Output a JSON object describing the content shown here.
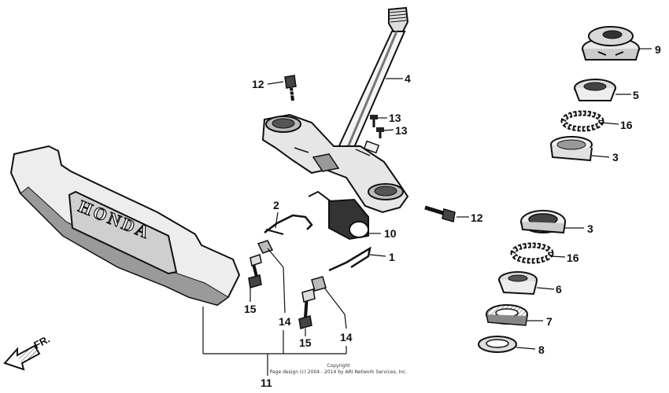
{
  "brand_text": "HONDA",
  "direction_label": "FR.",
  "copyright": {
    "line1": "Copyright",
    "line2": "Page design (c) 2004 - 2014 by ARI Network Services, Inc."
  },
  "callouts": {
    "c1": "1",
    "c2": "2",
    "c3a": "3",
    "c3b": "3",
    "c4": "4",
    "c5": "5",
    "c6": "6",
    "c7": "7",
    "c8": "8",
    "c9": "9",
    "c10": "10",
    "c11": "11",
    "c12a": "12",
    "c12b": "12",
    "c13a": "13",
    "c13b": "13",
    "c14a": "14",
    "c14b": "14",
    "c15a": "15",
    "c15b": "15",
    "c16a": "16",
    "c16b": "16"
  }
}
